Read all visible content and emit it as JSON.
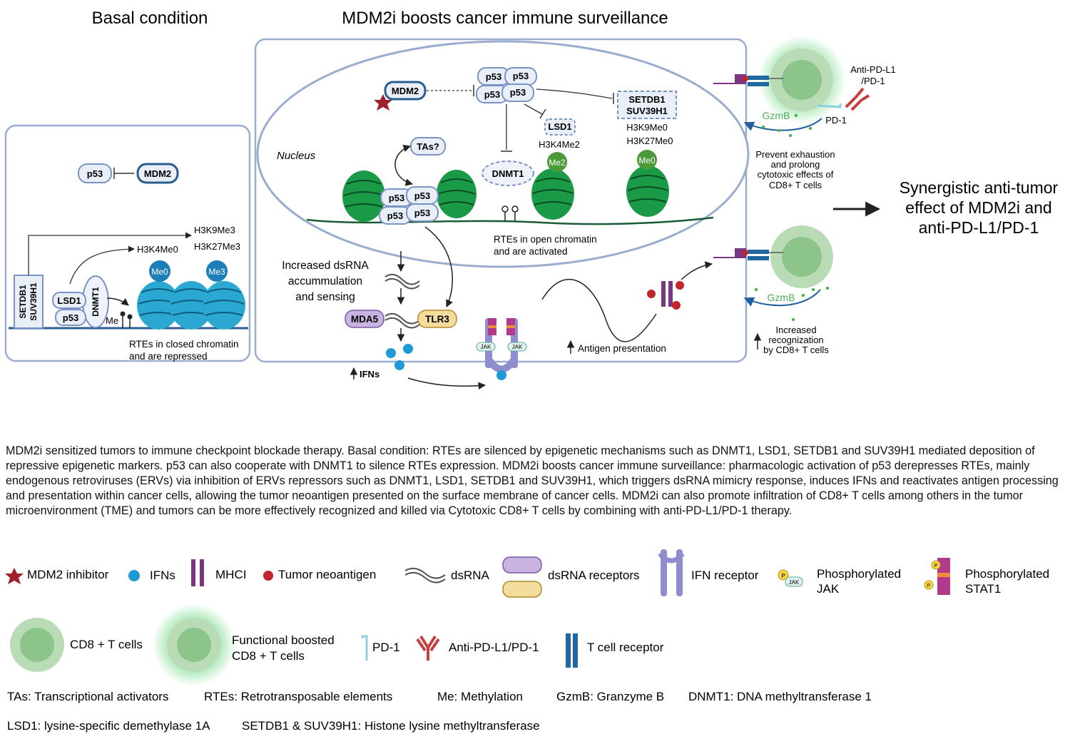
{
  "titles": {
    "basal": "Basal condition",
    "main": "MDM2i boosts cancer immune surveillance"
  },
  "labels": {
    "p53": "p53",
    "mdm2": "MDM2",
    "setdb1": "SETDB1",
    "suv39h1": "SUV39H1",
    "lsd1": "LSD1",
    "dnmt1": "DNMT1",
    "tas": "TAs?",
    "nucleus": "Nucleus",
    "me": "Me",
    "me0": "Me0",
    "me2": "Me2",
    "me3": "Me3",
    "h3k4me0": "H3K4Me0",
    "h3k9me3": "H3K9Me3",
    "h3k27me3": "H3K27Me3",
    "h3k4me2": "H3K4Me2",
    "h3k9me0": "H3K9Me0",
    "h3k27me0": "H3K27Me0",
    "rtes_closed_1": "RTEs in closed chromatin",
    "rtes_closed_2": "and are repressed",
    "rtes_open_1": "RTEs in open chromatin",
    "rtes_open_2": "and are activated",
    "dsrna_1": "Increased dsRNA",
    "dsrna_2": "accummulation",
    "dsrna_3": "and sensing",
    "mda5": "MDA5",
    "tlr3": "TLR3",
    "ifns": "IFNs",
    "jak": "JAK",
    "antigen": "Antigen presentation",
    "gzmb": "GzmB",
    "pd1": "PD-1",
    "anti_pdl1_1": "Anti-PD-L1",
    "anti_pdl1_2": "/PD-1",
    "prevent_1": "Prevent exhaustion",
    "prevent_2": "and prolong",
    "prevent_3": "cytotoxic effects of",
    "prevent_4": "CD8+ T cells",
    "recog_1": "Increased",
    "recog_2": "recognization",
    "recog_3": "by CD8+ T cells",
    "syn_1": "Synergistic anti-tumor",
    "syn_2": "effect of MDM2i and",
    "syn_3": "anti-PD-L1/PD-1"
  },
  "caption": "MDM2i sensitized tumors to immune checkpoint blockade therapy. Basal condition: RTEs are silenced by epigenetic mechanisms such as DNMT1, LSD1, SETDB1 and SUV39H1 mediated deposition of repressive epigenetic markers. p53 can also cooperate with DNMT1 to silence RTEs expression. MDM2i boosts cancer immune surveillance: pharmacologic activation of p53 derepresses RTEs, mainly endogenous retroviruses (ERVs) via inhibition of ERVs repressors such as DNMT1, LSD1, SETDB1 and SUV39H1, which triggers dsRNA mimicry response, induces IFNs and reactivates antigen processing and presentation within cancer cells, allowing the tumor neoantigen presented on the surface membrane of cancer cells. MDM2i can also promote infiltration of CD8+ T cells among others in the tumor microenvironment (TME) and tumors can be more effectively recognized and killed via Cytotoxic CD8+ T cells by combining with anti-PD-L1/PD-1 therapy.",
  "legend": {
    "mdm2_inhibitor": "MDM2 inhibitor",
    "ifns": "IFNs",
    "mhci": "MHCI",
    "neoantigen": "Tumor neoantigen",
    "dsrna": "dsRNA",
    "dsrna_receptors": "dsRNA receptors",
    "ifn_receptor": "IFN receptor",
    "p_jak_1": "Phosphorylated",
    "p_jak_2": "JAK",
    "p_stat1_1": "Phosphorylated",
    "p_stat1_2": "STAT1",
    "cd8": "CD8 + T cells",
    "boosted_1": "Functional boosted",
    "boosted_2": "CD8 + T cells",
    "pd1": "PD-1",
    "anti_pd": "Anti-PD-L1/PD-1",
    "tcr": "T cell receptor",
    "p_symbol": "P"
  },
  "abbreviations": {
    "tas": "TAs: Transcriptional activators",
    "rtes": "RTEs: Retrotransposable elements",
    "me": "Me: Methylation",
    "gzmb": "GzmB: Granzyme B",
    "dnmt1": "DNMT1: DNA methyltransferase 1",
    "lsd1": "LSD1: lysine-specific demethylase 1A",
    "setdb1": "SETDB1 & SUV39H1: Histone lysine methyltransferase"
  },
  "colors": {
    "panel_border": "#9aaccf",
    "protein_fill": "#e9eff9",
    "protein_border": "#7b93c4",
    "nucleosome_green": "#1a9a47",
    "nucleosome_blue": "#2aa8d1",
    "tcell_outer": "#b9dcb6",
    "tcell_inner": "#8cc48a",
    "mda5": "#c9b3e3",
    "tlr3": "#f3dc9c",
    "ifn_dot": "#1e9ad6",
    "neoantigen": "#c0262b",
    "mhci": "#7a3680",
    "receptor": "#8f8ccf",
    "mdm2_inhibitor": "#a12030",
    "anti_pd": "#c2403f",
    "tcr": "#1e6aa0"
  }
}
